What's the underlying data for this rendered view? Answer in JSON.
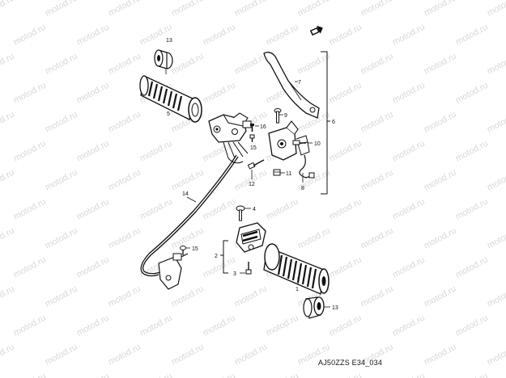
{
  "watermark": "motod.ru",
  "diagram_code": "AJ50ZZS E34_034",
  "icon": "front-direction-arrow-icon",
  "callouts": {
    "c1": "1",
    "c2": "2",
    "c3": "3",
    "c4": "4",
    "c5": "5",
    "c6": "6",
    "c7": "7",
    "c8": "8",
    "c9": "9",
    "c10": "10",
    "c11": "11",
    "c12": "12",
    "c13_top": "13",
    "c13_bottom": "13",
    "c14": "14",
    "c15_upper": "15",
    "c15_lower": "15",
    "c16": "16"
  }
}
